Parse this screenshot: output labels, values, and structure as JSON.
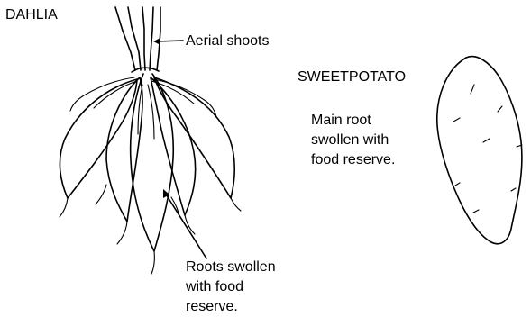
{
  "labels": {
    "dahlia": "DAHLIA",
    "aerial_shoots": "Aerial shoots",
    "sweet_potato": "SWEETPOTATO",
    "main_root": "Main root\nswollen with\nfood reserve.",
    "roots_swollen": "Roots swollen\nwith food\nreserve."
  }
}
